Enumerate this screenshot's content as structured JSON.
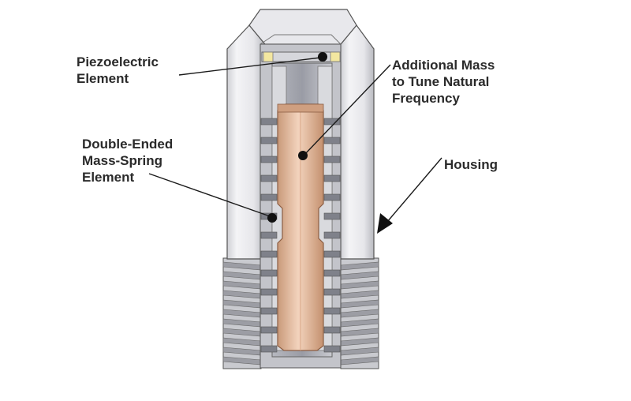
{
  "labels": {
    "piezo": [
      "Piezoelectric",
      "Element"
    ],
    "additional_mass": [
      "Additional Mass",
      "to Tune Natural",
      "Frequency"
    ],
    "mass_spring": [
      "Double-Ended",
      "Mass-Spring",
      "Element"
    ],
    "housing": [
      "Housing"
    ]
  },
  "colors": {
    "background": "#ffffff",
    "housing_light": "#ececee",
    "housing_mid": "#d2d2d6",
    "housing_dark": "#a9a9af",
    "cutaway_face": "#bfc0c6",
    "inner_cavity": "#8e9098",
    "copper": "#e4b89c",
    "copper_dark": "#bf8f6f",
    "piezo": "#f3e7a0",
    "leader_line": "#1a1a1a"
  }
}
